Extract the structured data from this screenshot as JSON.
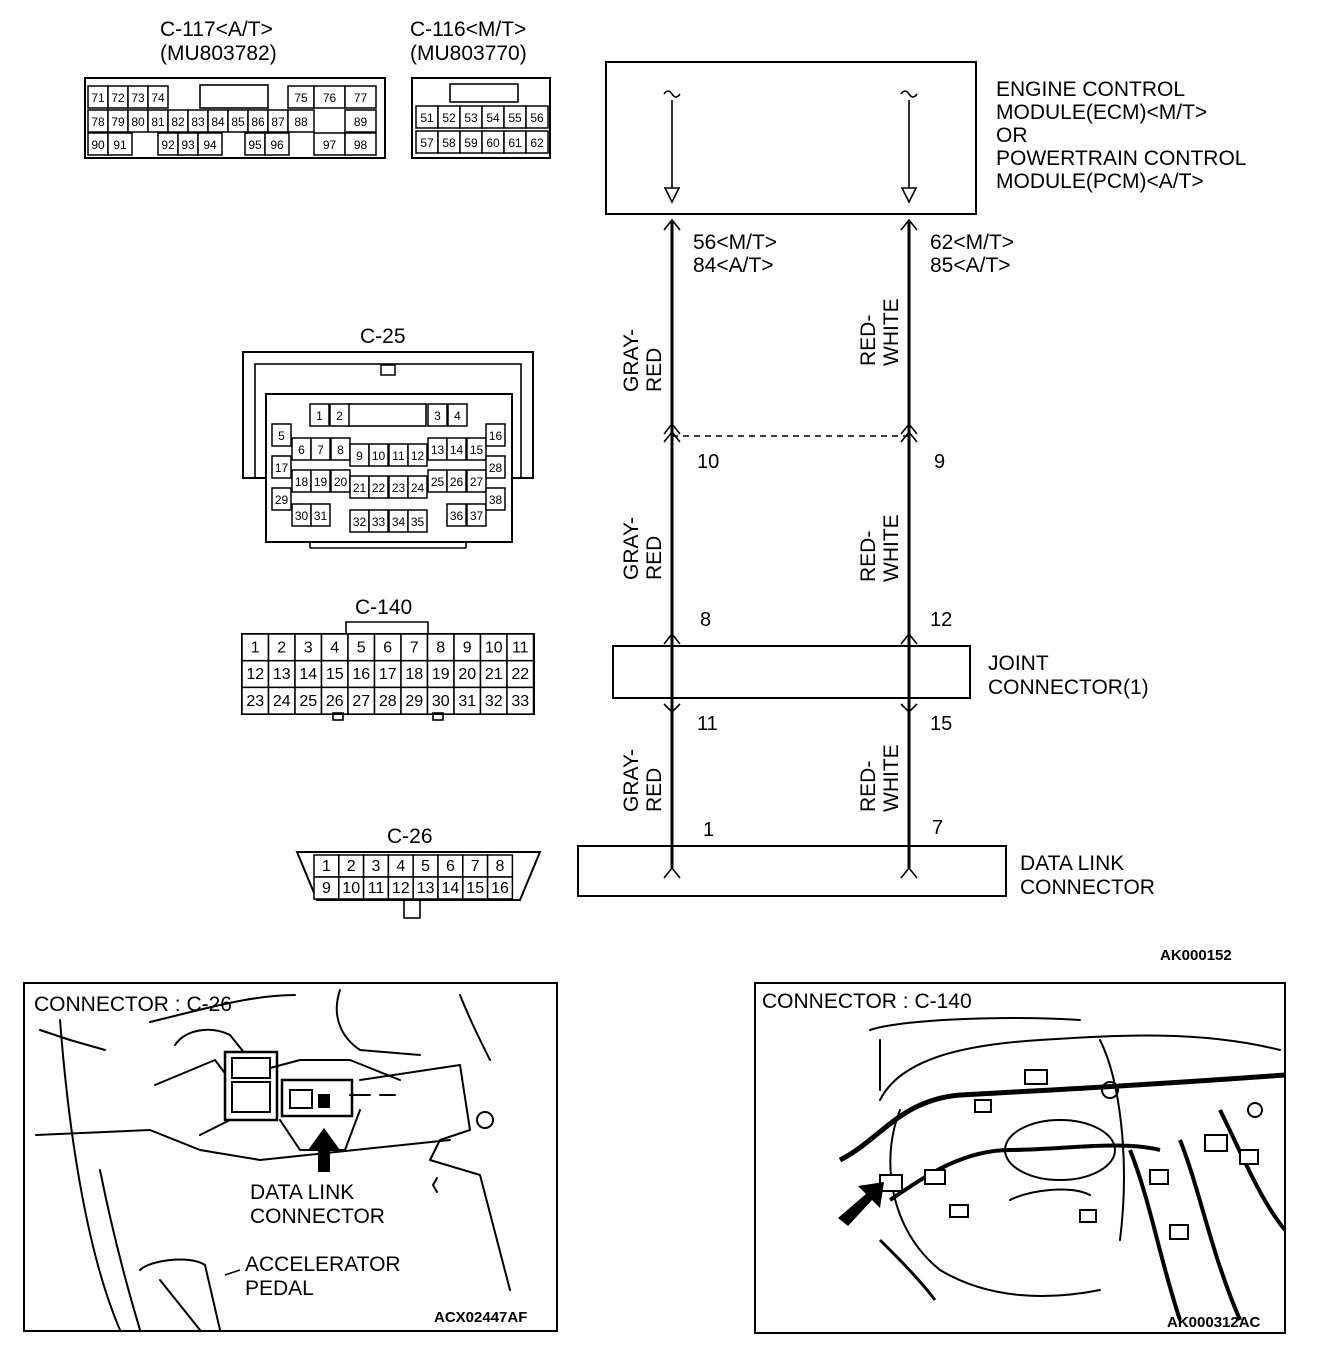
{
  "connectors": {
    "c117": {
      "name": "C-117<A/T>",
      "part": "(MU803782)",
      "row1": [
        "71",
        "72",
        "73",
        "74",
        "",
        "75",
        "76",
        "77"
      ],
      "row2": [
        "78",
        "79",
        "80",
        "81",
        "82",
        "83",
        "84",
        "85",
        "86",
        "87",
        "88",
        "89"
      ],
      "row3": [
        "90",
        "91",
        "92",
        "93",
        "94",
        "95",
        "96",
        "97",
        "98"
      ]
    },
    "c116": {
      "name": "C-116<M/T>",
      "part": "(MU803770)",
      "row1": [
        "51",
        "52",
        "53",
        "54",
        "55",
        "56"
      ],
      "row2": [
        "57",
        "58",
        "59",
        "60",
        "61",
        "62"
      ]
    },
    "c25": {
      "name": "C-25",
      "pins": [
        "1",
        "2",
        "3",
        "4",
        "5",
        "6",
        "7",
        "8",
        "9",
        "10",
        "11",
        "12",
        "13",
        "14",
        "15",
        "16",
        "17",
        "18",
        "19",
        "20",
        "21",
        "22",
        "23",
        "24",
        "25",
        "26",
        "27",
        "28",
        "29",
        "30",
        "31",
        "32",
        "33",
        "34",
        "35",
        "36",
        "37",
        "38"
      ]
    },
    "c140": {
      "name": "C-140",
      "row1": [
        "1",
        "2",
        "3",
        "4",
        "5",
        "6",
        "7",
        "8",
        "9",
        "10",
        "11"
      ],
      "row2": [
        "12",
        "13",
        "14",
        "15",
        "16",
        "17",
        "18",
        "19",
        "20",
        "21",
        "22"
      ],
      "row3": [
        "23",
        "24",
        "25",
        "26",
        "27",
        "28",
        "29",
        "30",
        "31",
        "32",
        "33"
      ]
    },
    "c26": {
      "name": "C-26",
      "row1": [
        "1",
        "2",
        "3",
        "4",
        "5",
        "6",
        "7",
        "8"
      ],
      "row2": [
        "9",
        "10",
        "11",
        "12",
        "13",
        "14",
        "15",
        "16"
      ]
    }
  },
  "ecm": {
    "lines": [
      "ENGINE CONTROL",
      "MODULE(ECM)<M/T>",
      "OR",
      "POWERTRAIN CONTROL",
      "MODULE(PCM)<A/T>"
    ]
  },
  "wires": {
    "left": {
      "ecm_pin_1": "56<M/T>",
      "ecm_pin_2": "84<A/T>",
      "color_1": "GRAY-",
      "color_2": "RED",
      "c25_pin": "10",
      "jc_in": "8",
      "jc_out": "11",
      "dlc_pin": "1"
    },
    "right": {
      "ecm_pin_1": "62<M/T>",
      "ecm_pin_2": "85<A/T>",
      "color_1": "RED-",
      "color_2": "WHITE",
      "c25_pin": "9",
      "jc_in": "12",
      "jc_out": "15",
      "dlc_pin": "7"
    }
  },
  "joint_connector": {
    "line1": "JOINT",
    "line2": "CONNECTOR(1)"
  },
  "data_link": {
    "line1": "DATA LINK",
    "line2": "CONNECTOR"
  },
  "diagram_code": "AK000152",
  "panel_left": {
    "title": "CONNECTOR : C-26",
    "callout1": "DATA LINK",
    "callout2": "CONNECTOR",
    "callout3": "ACCELERATOR",
    "callout4": "PEDAL",
    "code": "ACX02447AF"
  },
  "panel_right": {
    "title": "CONNECTOR : C-140",
    "code": "AK000312AC"
  }
}
